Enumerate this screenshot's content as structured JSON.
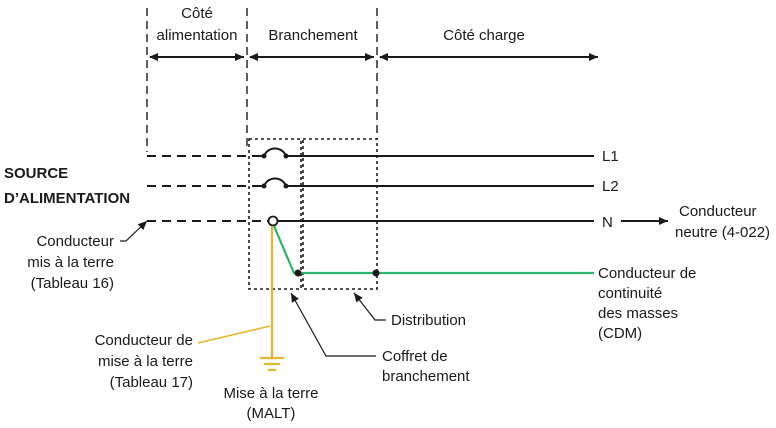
{
  "header": {
    "cote_alim_line1": "Côté",
    "cote_alim_line2": "alimentation",
    "branchement": "Branchement",
    "cote_charge": "Côté charge"
  },
  "source": {
    "line1": "SOURCE",
    "line2": "D’ALIMENTATION"
  },
  "conductors": {
    "l1": "L1",
    "l2": "L2",
    "n": "N"
  },
  "labels": {
    "neutre_line1": "Conducteur",
    "neutre_line2": "neutre (4-022)",
    "terre_line1": "Conducteur",
    "terre_line2": "mis à la terre",
    "terre_line3": "(Tableau 16)",
    "cdm_line1": "Conducteur de",
    "cdm_line2": "continuité",
    "cdm_line3": "des masses",
    "cdm_line4": "(CDM)",
    "distribution": "Distribution",
    "coffret_line1": "Coffret de",
    "coffret_line2": "branchement",
    "malt_cond_line1": "Conducteur de",
    "malt_cond_line2": "mise à la terre",
    "malt_cond_line3": "(Tableau 17)",
    "malt_line1": "Mise à la terre",
    "malt_line2": "(MALT)"
  },
  "colors": {
    "bonding": "#2bb36b",
    "grounding": "#e8b52a",
    "ink": "#1a1a1a"
  }
}
